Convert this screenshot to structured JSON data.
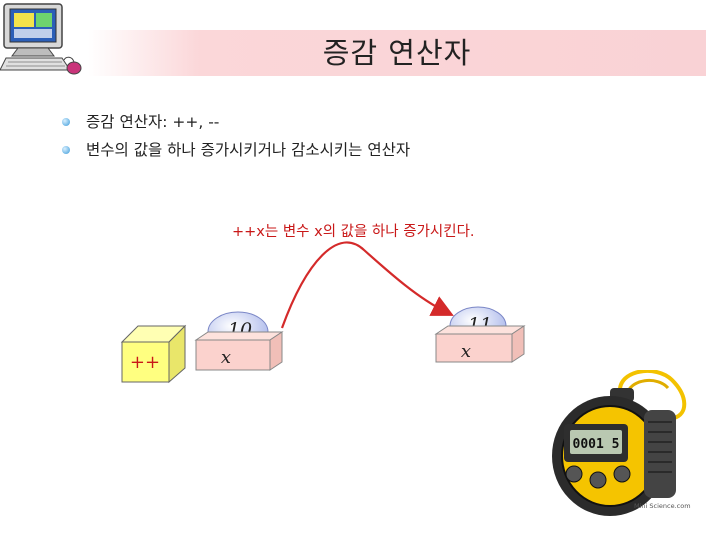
{
  "slide": {
    "title": "증감 연산자",
    "bullets": [
      "증감 연산자: ++, --",
      "변수의 값을 하나 증가시키거나 감소시키는 연산자"
    ]
  },
  "diagram": {
    "caption": "++x는 변수 x의 값을 하나 증가시킨다.",
    "operator_label": "++",
    "before_value": "10",
    "before_var": "x",
    "after_value": "11",
    "after_var": "x",
    "arrow_color": "#d42a2a",
    "box_color": "#fbd2cd",
    "ball_color": "#c3cdf2",
    "operator_box_color": "#ffff80"
  },
  "counter": {
    "display": "0001 5",
    "credit": "Mini Science.com"
  }
}
